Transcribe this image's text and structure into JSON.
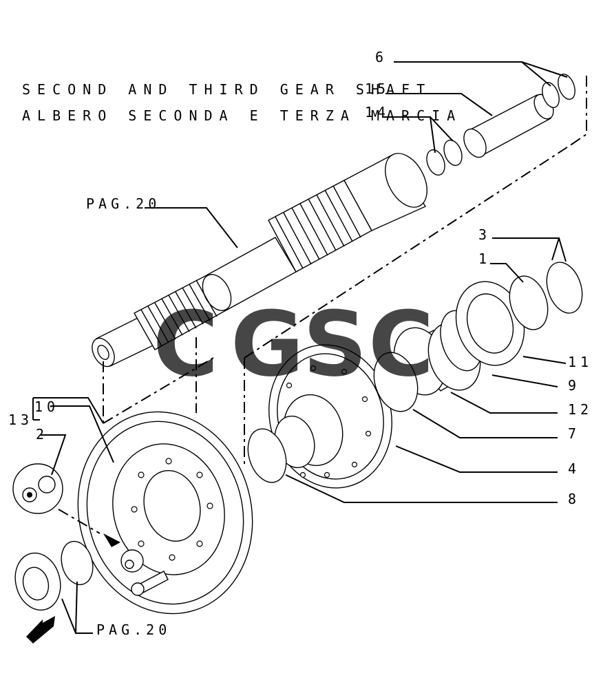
{
  "title": {
    "line1": "SECOND AND THIRD GEAR SHAFT",
    "line2": "ALBERO SECONDA E TERZA MARCIA"
  },
  "watermark": {
    "letters": [
      "C",
      "G",
      "S",
      "C"
    ],
    "colors": [
      "#4285f4",
      "#ea4335",
      "#fbbc05",
      "#34a853"
    ]
  },
  "refs": {
    "pag_top": "PAG.20",
    "pag_bottom": "PAG.20"
  },
  "callouts": {
    "c1": "1",
    "c2": "2",
    "c3": "3",
    "c4": "4",
    "c6": "6",
    "c7": "7",
    "c8": "8",
    "c9": "9",
    "c10": "10",
    "c11": "11",
    "c12": "12",
    "c13": "13",
    "c14": "14",
    "c15": "15"
  }
}
